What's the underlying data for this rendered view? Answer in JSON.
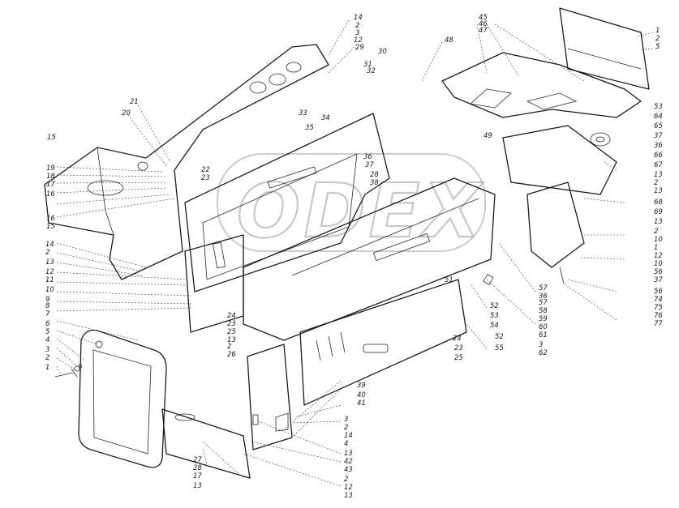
{
  "watermark": {
    "text": "ODEX",
    "color": "#9a9a9a"
  },
  "callouts": [
    {
      "id": "c14a",
      "text": "14"
    },
    {
      "id": "c2a",
      "text": "2"
    },
    {
      "id": "c3a",
      "text": "3"
    },
    {
      "id": "c12a",
      "text": "12"
    },
    {
      "id": "c29",
      "text": "29"
    },
    {
      "id": "c31",
      "text": "31"
    },
    {
      "id": "c32",
      "text": "32"
    },
    {
      "id": "c30",
      "text": "30"
    },
    {
      "id": "c48",
      "text": "48"
    },
    {
      "id": "c45",
      "text": "45"
    },
    {
      "id": "c46",
      "text": "46"
    },
    {
      "id": "c47",
      "text": "47"
    },
    {
      "id": "c1a",
      "text": "1"
    },
    {
      "id": "c2b",
      "text": "2"
    },
    {
      "id": "c5a",
      "text": "5"
    },
    {
      "id": "c33a",
      "text": "33"
    },
    {
      "id": "c21",
      "text": "21"
    },
    {
      "id": "c20",
      "text": "20"
    },
    {
      "id": "c34",
      "text": "34"
    },
    {
      "id": "c35",
      "text": "35"
    },
    {
      "id": "c36a",
      "text": "36"
    },
    {
      "id": "c37a",
      "text": "37"
    },
    {
      "id": "c28a",
      "text": "28"
    },
    {
      "id": "c38",
      "text": "38"
    },
    {
      "id": "c49",
      "text": "49"
    },
    {
      "id": "c15a",
      "text": "15"
    },
    {
      "id": "c19",
      "text": "19"
    },
    {
      "id": "c18",
      "text": "18"
    },
    {
      "id": "c17a",
      "text": "17"
    },
    {
      "id": "c16a",
      "text": "16"
    },
    {
      "id": "c16b",
      "text": "16"
    },
    {
      "id": "c15b",
      "text": "15"
    },
    {
      "id": "c22",
      "text": "22"
    },
    {
      "id": "c23a",
      "text": "23"
    },
    {
      "id": "c53a",
      "text": "53"
    },
    {
      "id": "c64",
      "text": "64"
    },
    {
      "id": "c65",
      "text": "65"
    },
    {
      "id": "c37b",
      "text": "37"
    },
    {
      "id": "c36b",
      "text": "36"
    },
    {
      "id": "c66",
      "text": "66"
    },
    {
      "id": "c67",
      "text": "67"
    },
    {
      "id": "c13a",
      "text": "13"
    },
    {
      "id": "c2c",
      "text": "2"
    },
    {
      "id": "c13b",
      "text": "13"
    },
    {
      "id": "c68",
      "text": "68"
    },
    {
      "id": "c69",
      "text": "69"
    },
    {
      "id": "c13c",
      "text": "13"
    },
    {
      "id": "c2d",
      "text": "2"
    },
    {
      "id": "c10a",
      "text": "10"
    },
    {
      "id": "c1b",
      "text": "1"
    },
    {
      "id": "c12b",
      "text": "12"
    },
    {
      "id": "c10b",
      "text": "10"
    },
    {
      "id": "c56a",
      "text": "56"
    },
    {
      "id": "c37c",
      "text": "37"
    },
    {
      "id": "c56b",
      "text": "56"
    },
    {
      "id": "c74",
      "text": "74"
    },
    {
      "id": "c75",
      "text": "75"
    },
    {
      "id": "c76",
      "text": "76"
    },
    {
      "id": "c77",
      "text": "77"
    },
    {
      "id": "c14b",
      "text": "14"
    },
    {
      "id": "c2e",
      "text": "2"
    },
    {
      "id": "c13d",
      "text": "13"
    },
    {
      "id": "c12c",
      "text": "12"
    },
    {
      "id": "c11",
      "text": "11"
    },
    {
      "id": "c10c",
      "text": "10"
    },
    {
      "id": "c9",
      "text": "9"
    },
    {
      "id": "c8",
      "text": "8"
    },
    {
      "id": "c7",
      "text": "7"
    },
    {
      "id": "c6",
      "text": "6"
    },
    {
      "id": "c5b",
      "text": "5"
    },
    {
      "id": "c4a",
      "text": "4"
    },
    {
      "id": "c3b",
      "text": "3"
    },
    {
      "id": "c2f",
      "text": "2"
    },
    {
      "id": "c1c",
      "text": "1"
    },
    {
      "id": "c24a",
      "text": "24"
    },
    {
      "id": "c23b",
      "text": "23"
    },
    {
      "id": "c25a",
      "text": "25"
    },
    {
      "id": "c13e",
      "text": "13"
    },
    {
      "id": "c2g",
      "text": "2"
    },
    {
      "id": "c26",
      "text": "26"
    },
    {
      "id": "c57a",
      "text": "57"
    },
    {
      "id": "c36c",
      "text": "36"
    },
    {
      "id": "c57b",
      "text": "57"
    },
    {
      "id": "c58",
      "text": "58"
    },
    {
      "id": "c59",
      "text": "59"
    },
    {
      "id": "c60",
      "text": "60"
    },
    {
      "id": "c61",
      "text": "61"
    },
    {
      "id": "c3c",
      "text": "3"
    },
    {
      "id": "c62a",
      "text": "62"
    },
    {
      "id": "c51",
      "text": "51"
    },
    {
      "id": "c52a",
      "text": "52"
    },
    {
      "id": "c53b",
      "text": "53"
    },
    {
      "id": "c54",
      "text": "54"
    },
    {
      "id": "c52b",
      "text": "52"
    },
    {
      "id": "c55",
      "text": "55"
    },
    {
      "id": "c24b",
      "text": "24"
    },
    {
      "id": "c23c",
      "text": "23"
    },
    {
      "id": "c25b",
      "text": "25"
    },
    {
      "id": "c39",
      "text": "39"
    },
    {
      "id": "c40",
      "text": "40"
    },
    {
      "id": "c41",
      "text": "41"
    },
    {
      "id": "c3d",
      "text": "3"
    },
    {
      "id": "c2h",
      "text": "2"
    },
    {
      "id": "c14c",
      "text": "14"
    },
    {
      "id": "c4b",
      "text": "4"
    },
    {
      "id": "c13f",
      "text": "13"
    },
    {
      "id": "c42",
      "text": "42"
    },
    {
      "id": "c43",
      "text": "43"
    },
    {
      "id": "c27",
      "text": "27"
    },
    {
      "id": "c28b",
      "text": "28"
    },
    {
      "id": "c17b",
      "text": "17"
    },
    {
      "id": "c13g",
      "text": "13"
    },
    {
      "id": "c2i",
      "text": "2"
    },
    {
      "id": "c12d",
      "text": "12"
    },
    {
      "id": "c13h",
      "text": "13"
    }
  ]
}
